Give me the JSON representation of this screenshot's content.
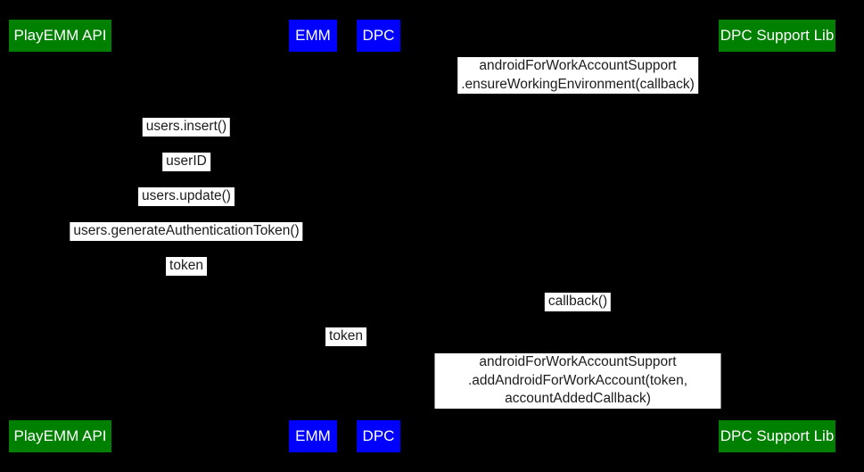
{
  "diagram": {
    "background": "#000000",
    "message_label_bg": "#ffffff",
    "message_label_text_color": "#1c1c1c",
    "actor_text_color": "#ffffff",
    "actors": [
      {
        "label": "PlayEMM API",
        "color": "#008000"
      },
      {
        "label": "EMM",
        "color": "#0000ff"
      },
      {
        "label": "DPC",
        "color": "#0000ff"
      },
      {
        "label": "DPC Support Lib",
        "color": "#008000"
      }
    ],
    "messages": [
      {
        "text": "androidForWorkAccountSupport\n.ensureWorkingEnvironment(callback)"
      },
      {
        "text": "users.insert()"
      },
      {
        "text": "userID"
      },
      {
        "text": "users.update()"
      },
      {
        "text": "users.generateAuthenticationToken()"
      },
      {
        "text": "token"
      },
      {
        "text": "callback()"
      },
      {
        "text": "token"
      },
      {
        "text": "androidForWorkAccountSupport\n.addAndroidForWorkAccount(token, accountAddedCallback)"
      }
    ]
  }
}
